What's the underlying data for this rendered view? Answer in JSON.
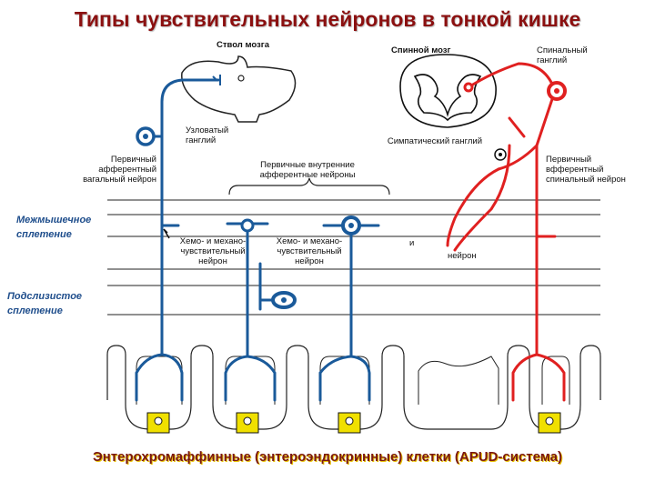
{
  "title": "Типы чувствительных нейронов в тонкой кишке",
  "footer": "Энтерохромаффинные (энтероэндокринные) клетки (APUD-система)",
  "plexus": {
    "myenteric": "Межмышечное сплетение",
    "submucosal": "Подслизистое сплетение"
  },
  "labels": {
    "brainstem": "Ствол мозга",
    "nodose_ganglion": "Узловатый ганглий",
    "vagal_neuron": "Первичный афферентный вагальный нейрон",
    "intrinsic_neurons": "Первичные внутренние афферентные нейроны",
    "chemo_neuron_1": "Хемо- и механо-чувствительный нейрон",
    "chemo_neuron_2": "Хемо- и механо-чувствительный нейрон",
    "intestinofugal_fragment": "и",
    "intestinofugal_tail": "нейрон",
    "spinal_cord": "Спинной мозг",
    "spinal_ganglion": "Спинальный ганглий",
    "sympathetic_ganglion": "Симпатический ганглий",
    "spinal_neuron": "Первичный вфферентный спинальный нейрон"
  },
  "colors": {
    "vagal": "#1a5a9a",
    "spinal": "#e02020",
    "title": "#8b1010",
    "plexus": "#1f4e8c",
    "ec_cell": "#f0e000"
  }
}
